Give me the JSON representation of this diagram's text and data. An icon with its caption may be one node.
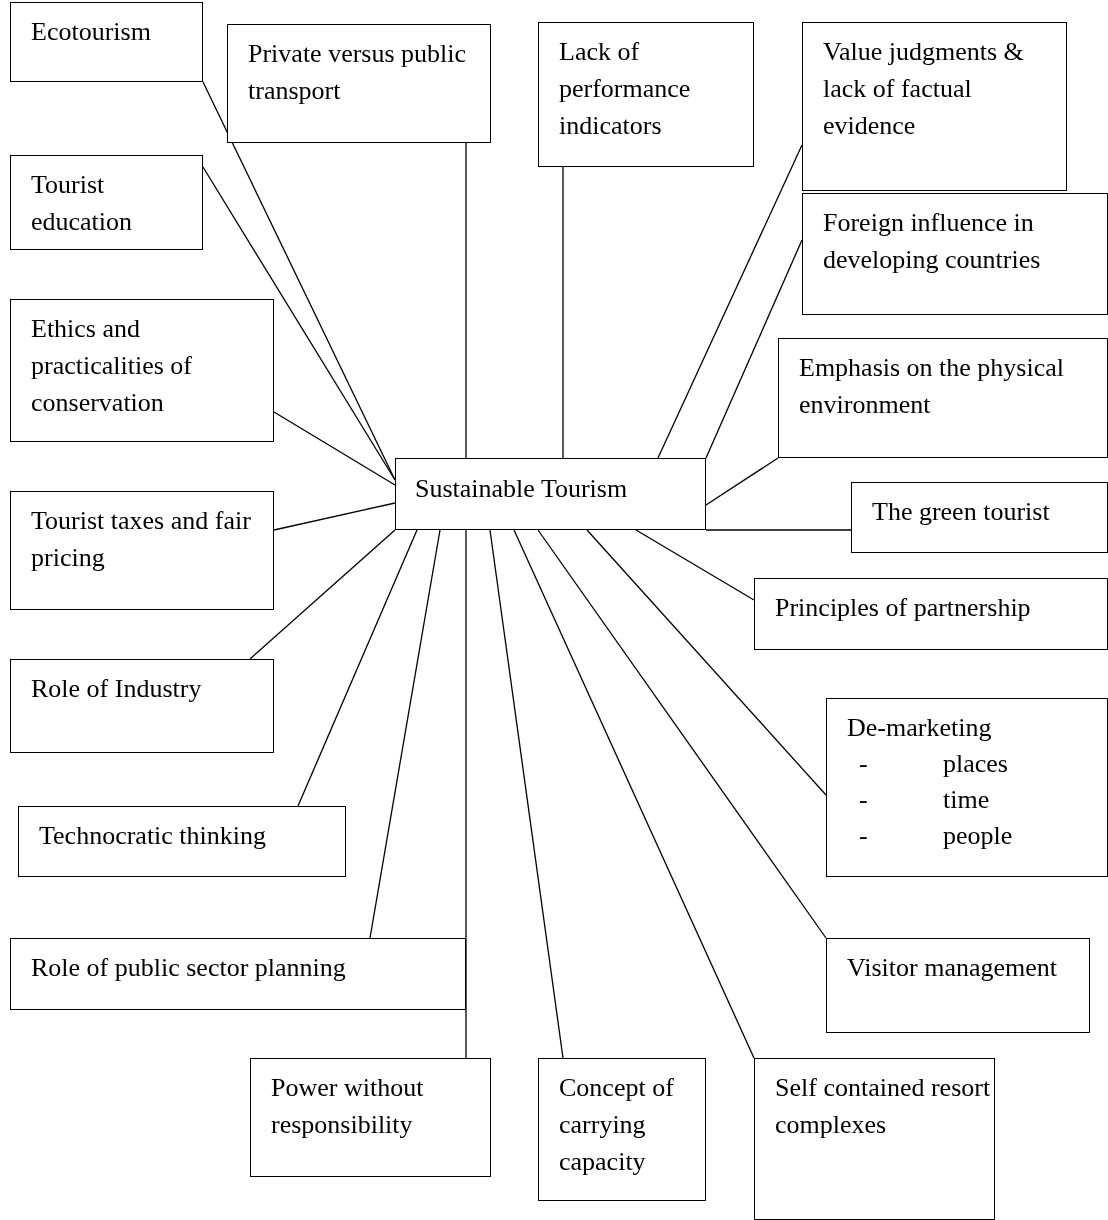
{
  "diagram": {
    "nodes": [
      {
        "text": [
          "Ecotourism"
        ]
      },
      {
        "text": [
          "Private versus public transport"
        ]
      },
      {
        "text": [
          "Lack of performance indicators"
        ]
      },
      {
        "text": [
          "Value judgments & lack of factual evidence"
        ]
      },
      {
        "text": [
          "Tourist education"
        ]
      },
      {
        "text": [
          "Foreign influence in developing countries"
        ]
      },
      {
        "text": [
          "Ethics and practicalities of conservation"
        ]
      },
      {
        "text": [
          "Emphasis on the physical environment"
        ]
      },
      {
        "text": [
          "Sustainable Tourism"
        ]
      },
      {
        "text": [
          "Tourist taxes and fair pricing"
        ]
      },
      {
        "text": [
          "The green tourist"
        ]
      },
      {
        "text": [
          "Principles of partnership"
        ]
      },
      {
        "text": [
          "Role of Industry"
        ]
      },
      {
        "text": [
          "De-marketing",
          "-",
          "places",
          "-",
          "time",
          "-",
          "people"
        ]
      },
      {
        "text": [
          "Technocratic thinking"
        ]
      },
      {
        "text": [
          "Visitor management"
        ]
      },
      {
        "text": [
          "Role of public sector planning"
        ]
      },
      {
        "text": [
          "Power without responsibility"
        ]
      },
      {
        "text": [
          "Concept of carrying capacity"
        ]
      },
      {
        "text": [
          "Self contained resort complexes"
        ]
      }
    ],
    "edges": [
      {
        "from": 8,
        "to": 0,
        "arrow": "none"
      },
      {
        "from": 8,
        "to": 1,
        "arrow": "none"
      },
      {
        "from": 8,
        "to": 2,
        "arrow": "none"
      },
      {
        "from": 8,
        "to": 3,
        "arrow": "none"
      },
      {
        "from": 8,
        "to": 4,
        "arrow": "none"
      },
      {
        "from": 8,
        "to": 5,
        "arrow": "none"
      },
      {
        "from": 8,
        "to": 6,
        "arrow": "none"
      },
      {
        "from": 8,
        "to": 7,
        "arrow": "none"
      },
      {
        "from": 8,
        "to": 9,
        "arrow": "none"
      },
      {
        "from": 8,
        "to": 10,
        "arrow": "none"
      },
      {
        "from": 8,
        "to": 11,
        "arrow": "none"
      },
      {
        "from": 8,
        "to": 12,
        "arrow": "none"
      },
      {
        "from": 8,
        "to": 13,
        "arrow": "none"
      },
      {
        "from": 8,
        "to": 14,
        "arrow": "none"
      },
      {
        "from": 8,
        "to": 15,
        "arrow": "none"
      },
      {
        "from": 8,
        "to": 16,
        "arrow": "none"
      },
      {
        "from": 8,
        "to": 17,
        "arrow": "none"
      },
      {
        "from": 8,
        "to": 18,
        "arrow": "none"
      },
      {
        "from": 8,
        "to": 19,
        "arrow": "none"
      }
    ]
  }
}
